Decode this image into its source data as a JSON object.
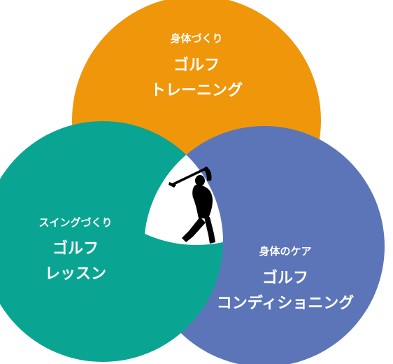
{
  "colors": {
    "orange": "#f0960a",
    "teal": "#0aa592",
    "blue": "#5b75b8",
    "center": "#ffffff",
    "text": "#ffffff",
    "golfer": "#000000"
  },
  "circles": [
    {
      "id": "training",
      "sub": "身体づくり",
      "line1": "ゴルフ",
      "line2": "トレーニング"
    },
    {
      "id": "lesson",
      "sub": "スイングづくり",
      "line1": "ゴルフ",
      "line2": "レッスン"
    },
    {
      "id": "conditioning",
      "sub": "身体のケア",
      "line1": "ゴルフ",
      "line2": "コンディショニング"
    }
  ],
  "center_icon": "golfer-silhouette-icon"
}
